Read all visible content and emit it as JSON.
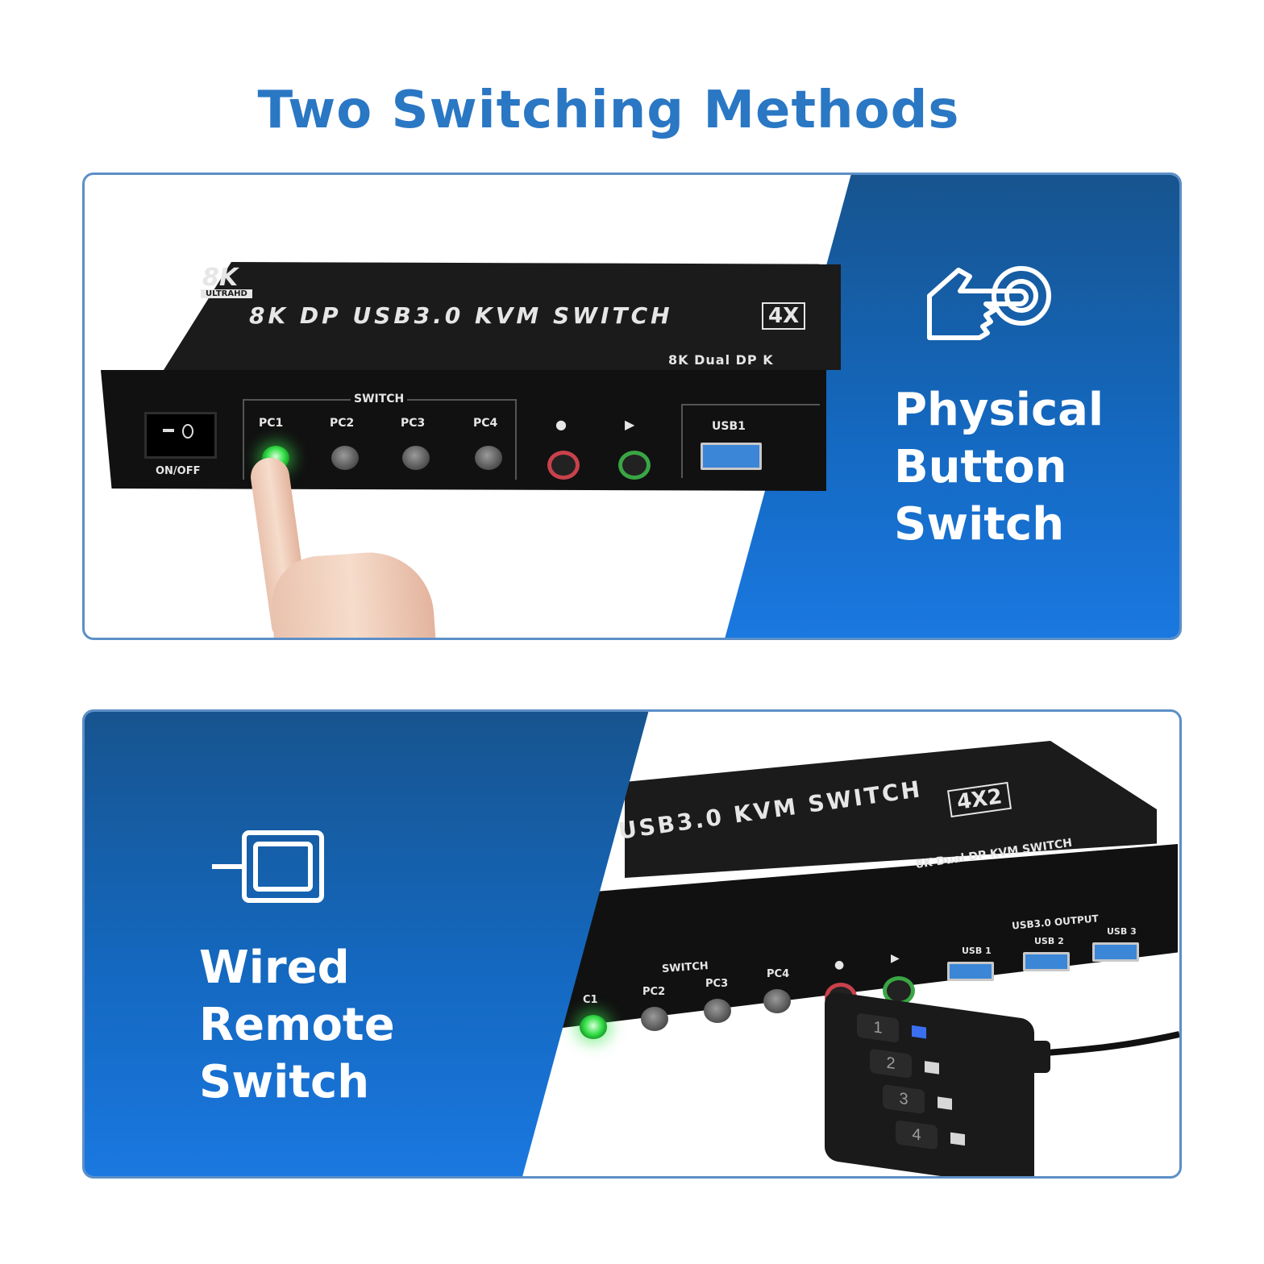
{
  "title": "Two Switching Methods",
  "method1": {
    "label_lines": [
      "Physical",
      "Button",
      "Switch"
    ],
    "icon": "finger-press-icon",
    "device": {
      "badge_main": "8K",
      "badge_sub": "ULTRAHD",
      "name": "8K DP USB3.0 KVM SWITCH",
      "model_badge": "4X",
      "subtitle": "8K Dual DP K",
      "power_label": "ON/OFF",
      "switch_group_label": "SWITCH",
      "ports": [
        "PC1",
        "PC2",
        "PC3",
        "PC4"
      ],
      "usb_label": "USB1",
      "mic_icon": "microphone-icon",
      "speaker_icon": "speaker-icon"
    }
  },
  "method2": {
    "label_lines": [
      "Wired",
      "Remote",
      "Switch"
    ],
    "icon": "wired-remote-icon",
    "device": {
      "name": "USB3.0 KVM SWITCH",
      "model_badge": "4X2",
      "subtitle": "8K Dual DP KVM SWITCH",
      "switch_group_label": "SWITCH",
      "ports": [
        "C1",
        "PC2",
        "PC3",
        "PC4"
      ],
      "usb_group_label": "USB3.0 OUTPUT",
      "usb_ports": [
        "USB 1",
        "USB 2",
        "USB 3"
      ],
      "remote_keys": [
        "1",
        "2",
        "3",
        "4"
      ]
    }
  },
  "colors": {
    "title": "#2a77c4",
    "panel_blue": "#1468bf",
    "led_on": "#38e04a",
    "remote_led_active": "#3a6ff2"
  }
}
